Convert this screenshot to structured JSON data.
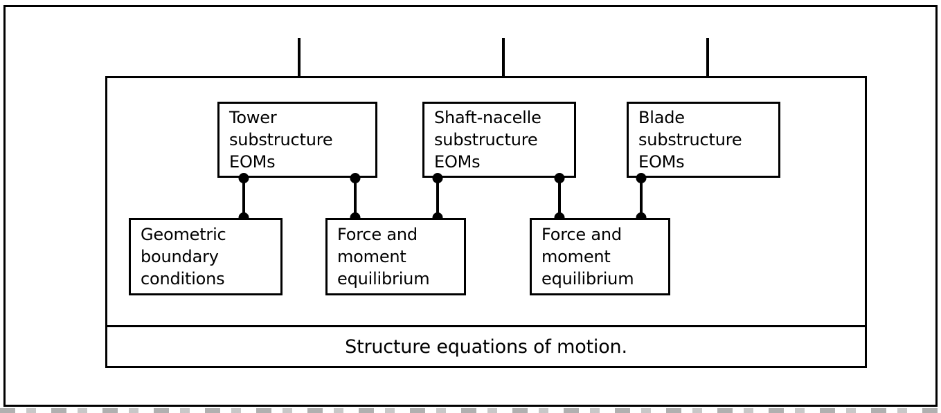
{
  "diagram": {
    "title_banner": "Structure equations of motion.",
    "nodes": [
      {
        "id": "tower",
        "lines": [
          "Tower",
          "substructure",
          "EOMs"
        ]
      },
      {
        "id": "shaft-nacelle",
        "lines": [
          "Shaft-nacelle",
          "substructure",
          "EOMs"
        ]
      },
      {
        "id": "blade",
        "lines": [
          "Blade",
          "substructure",
          "EOMs"
        ]
      },
      {
        "id": "geometric-bc",
        "lines": [
          "Geometric",
          "boundary",
          "conditions"
        ]
      },
      {
        "id": "force-moment-1",
        "lines": [
          "Force and",
          "moment",
          "equilibrium"
        ]
      },
      {
        "id": "force-moment-2",
        "lines": [
          "Force and",
          "moment",
          "equilibrium"
        ]
      }
    ],
    "inbound_arrows": 3,
    "connectors": 5,
    "colors": {
      "stroke": "#000000",
      "background": "#ffffff"
    }
  }
}
